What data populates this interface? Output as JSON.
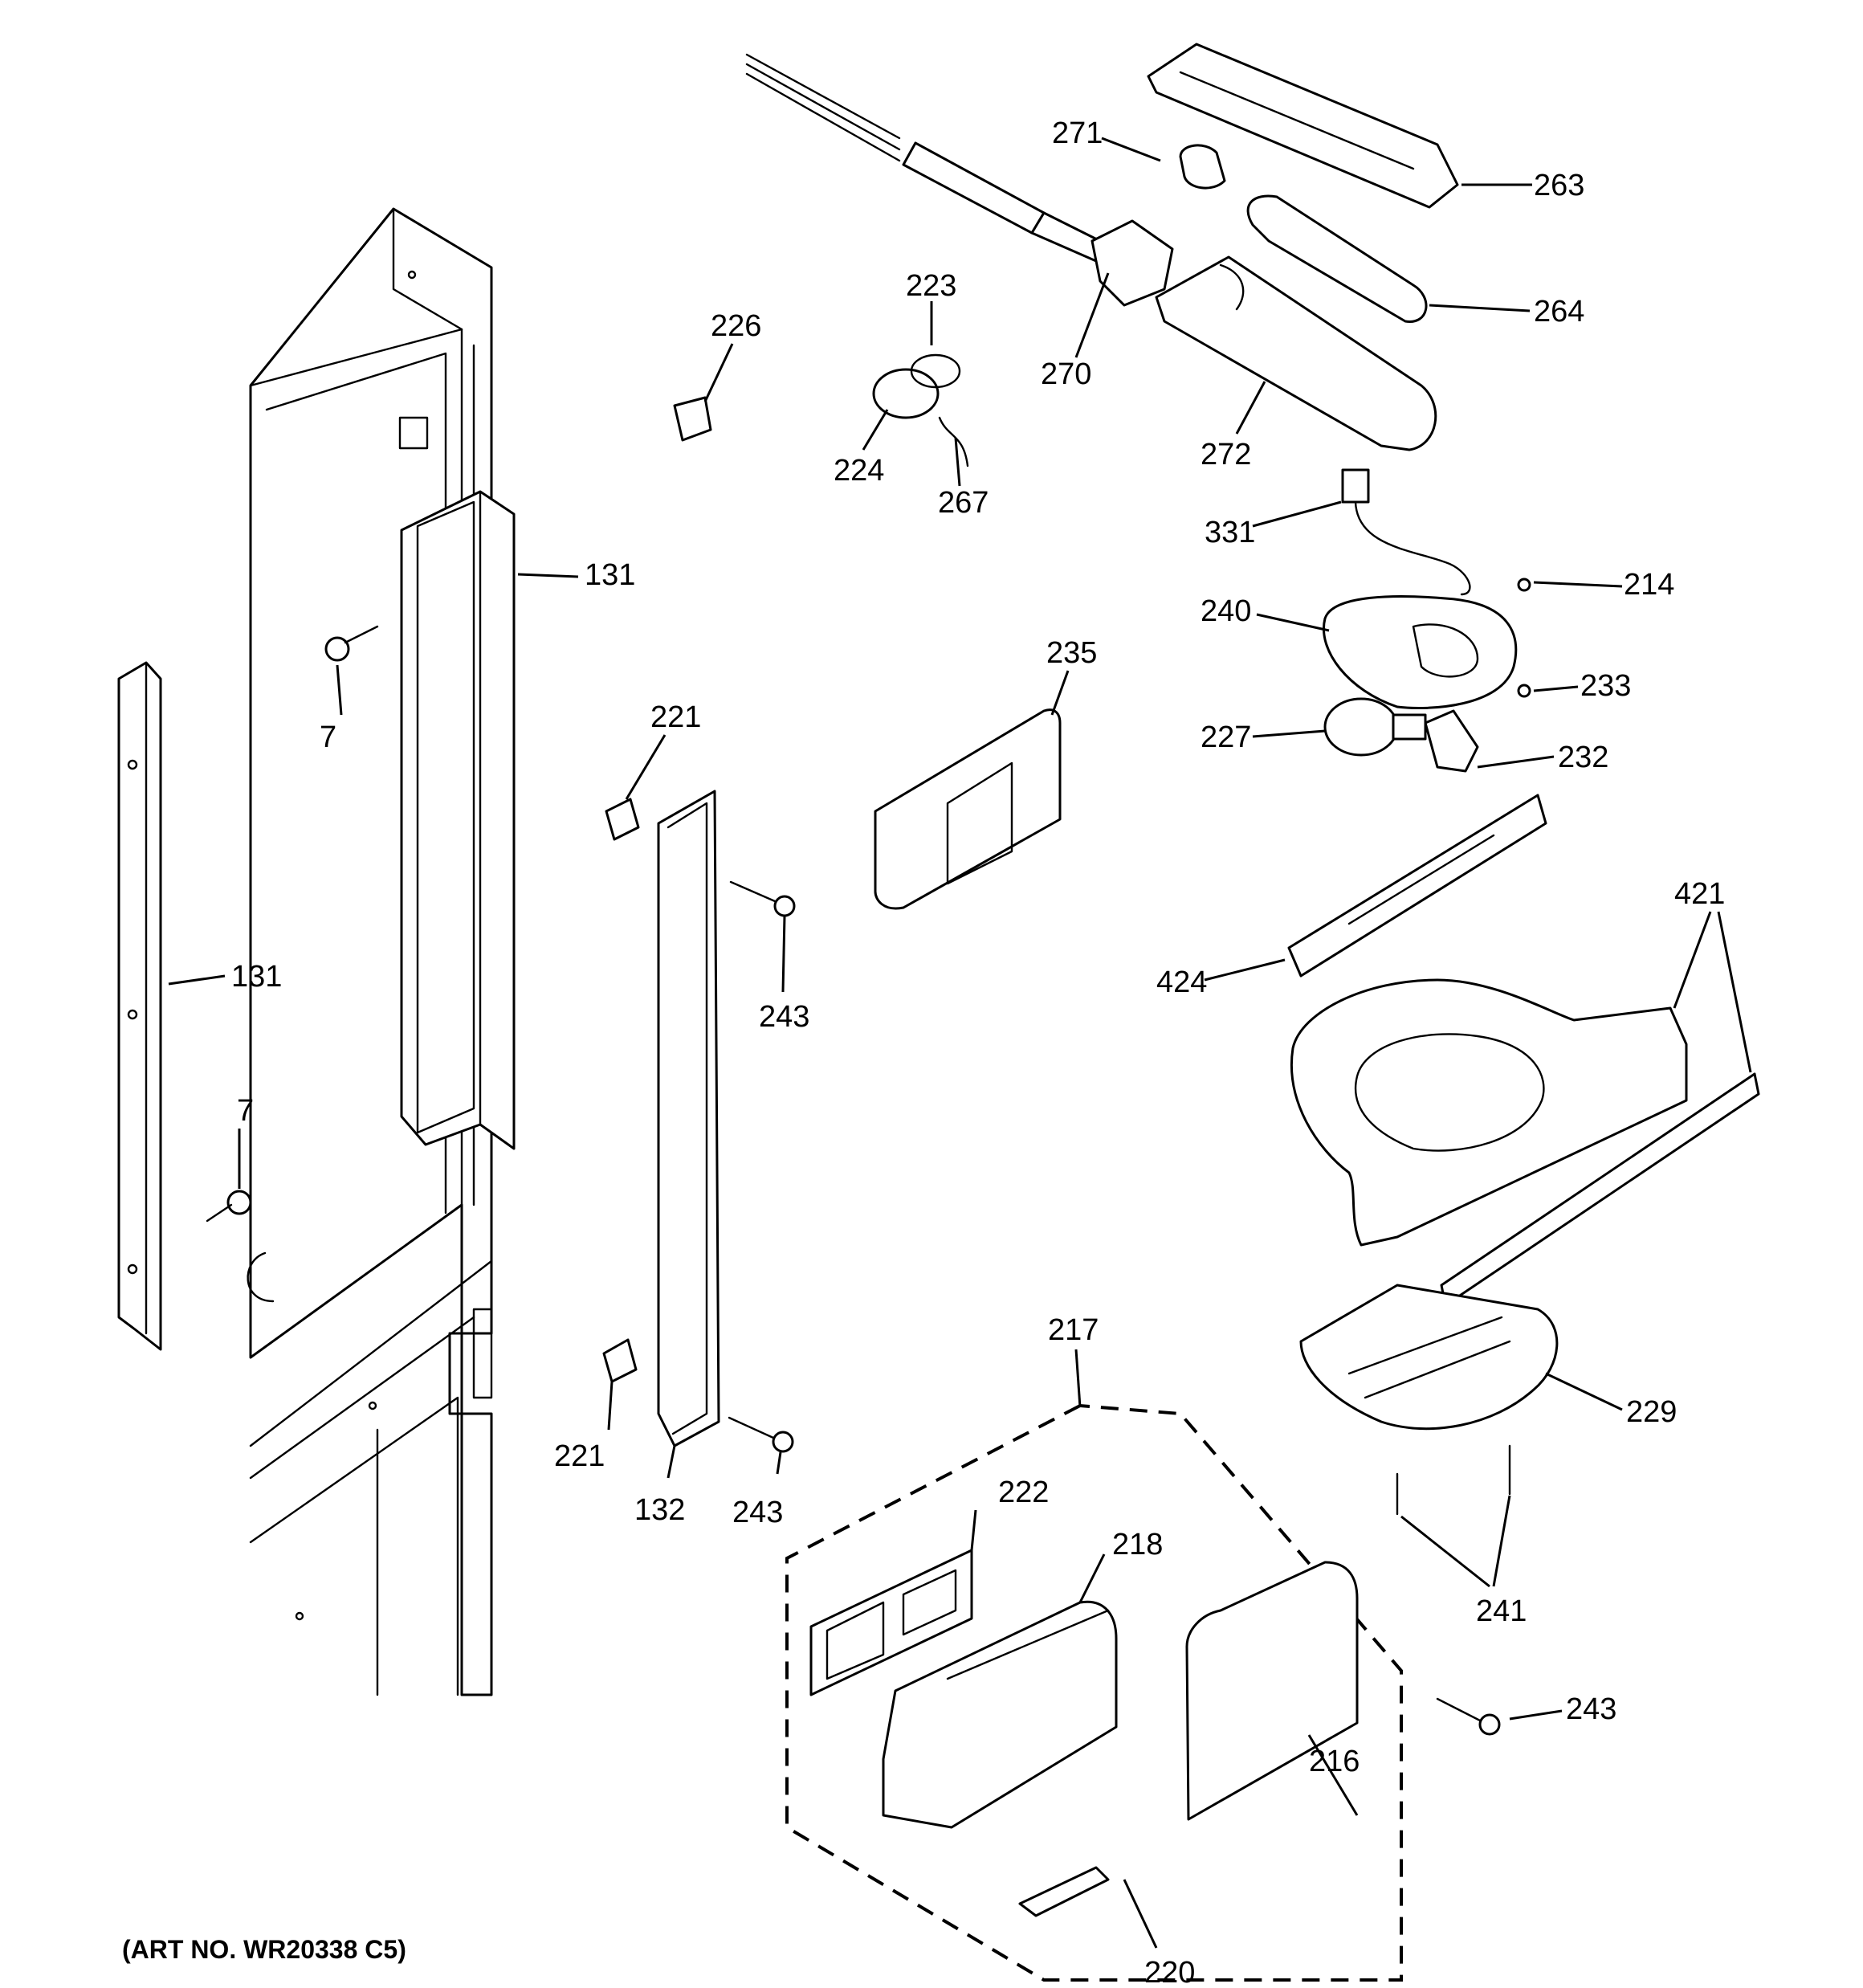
{
  "art_number": "(ART NO. WR20338 C5)",
  "callouts": [
    {
      "id": "c271",
      "label": "271"
    },
    {
      "id": "c263",
      "label": "263"
    },
    {
      "id": "c264",
      "label": "264"
    },
    {
      "id": "c223",
      "label": "223"
    },
    {
      "id": "c226",
      "label": "226"
    },
    {
      "id": "c270",
      "label": "270"
    },
    {
      "id": "c272",
      "label": "272"
    },
    {
      "id": "c224",
      "label": "224"
    },
    {
      "id": "c267",
      "label": "267"
    },
    {
      "id": "c331",
      "label": "331"
    },
    {
      "id": "c131a",
      "label": "131"
    },
    {
      "id": "c214",
      "label": "214"
    },
    {
      "id": "c240",
      "label": "240"
    },
    {
      "id": "c235",
      "label": "235"
    },
    {
      "id": "c233",
      "label": "233"
    },
    {
      "id": "c7a",
      "label": "7"
    },
    {
      "id": "c221a",
      "label": "221"
    },
    {
      "id": "c227",
      "label": "227"
    },
    {
      "id": "c232",
      "label": "232"
    },
    {
      "id": "c421",
      "label": "421"
    },
    {
      "id": "c424",
      "label": "424"
    },
    {
      "id": "c131b",
      "label": "131"
    },
    {
      "id": "c243a",
      "label": "243"
    },
    {
      "id": "c7b",
      "label": "7"
    },
    {
      "id": "c217",
      "label": "217"
    },
    {
      "id": "c229",
      "label": "229"
    },
    {
      "id": "c221b",
      "label": "221"
    },
    {
      "id": "c132",
      "label": "132"
    },
    {
      "id": "c243b",
      "label": "243"
    },
    {
      "id": "c222",
      "label": "222"
    },
    {
      "id": "c218",
      "label": "218"
    },
    {
      "id": "c241",
      "label": "241"
    },
    {
      "id": "c243c",
      "label": "243"
    },
    {
      "id": "c216",
      "label": "216"
    },
    {
      "id": "c220",
      "label": "220"
    }
  ]
}
